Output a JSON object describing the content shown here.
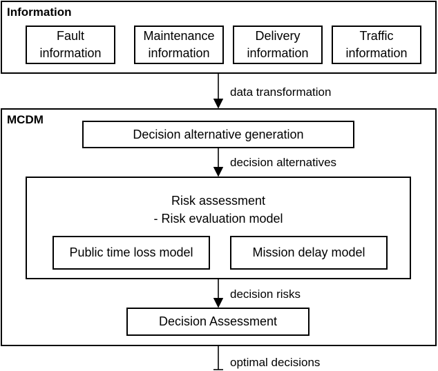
{
  "information": {
    "title": "Information",
    "items": [
      {
        "line1": "Fault",
        "line2": "information"
      },
      {
        "line1": "Maintenance",
        "line2": "information"
      },
      {
        "line1": "Delivery",
        "line2": "information"
      },
      {
        "line1": "Traffic",
        "line2": "information"
      }
    ]
  },
  "flows": {
    "data_transformation": "data transformation",
    "decision_alternatives": "decision alternatives",
    "decision_risks": "decision risks",
    "optimal_decisions": "optimal decisions"
  },
  "mcdm": {
    "title": "MCDM",
    "alternative_generation": "Decision alternative generation",
    "risk": {
      "title": "Risk assessment",
      "subtitle": "- Risk evaluation model",
      "models": [
        "Public time loss model",
        "Mission delay model"
      ]
    },
    "decision_assessment": "Decision Assessment"
  }
}
